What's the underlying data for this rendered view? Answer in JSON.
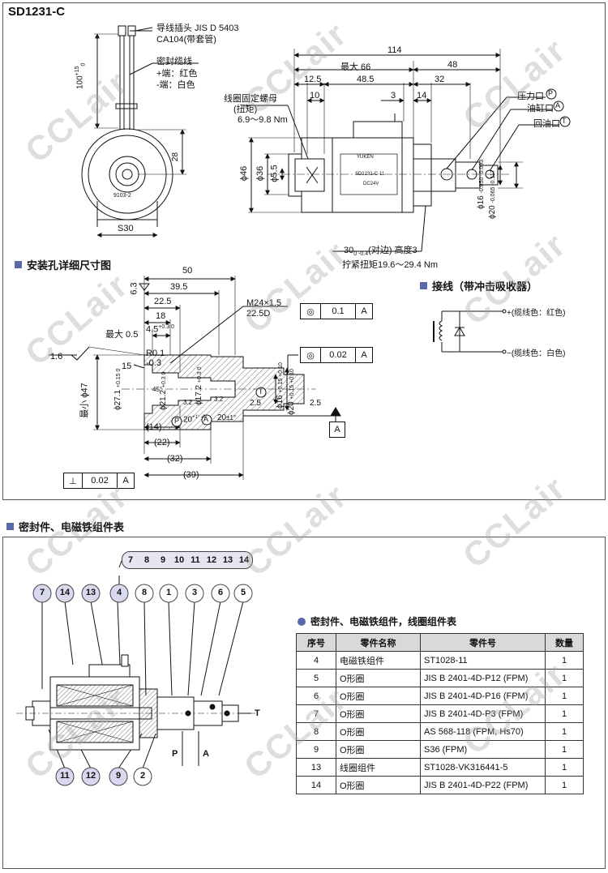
{
  "model": "SD1231-C",
  "top": {
    "connector_label_1": "导线插头 JIS D 5403",
    "connector_label_2": "CA104(带套管)",
    "seal_cable": "密封缆线",
    "plus_red": "+端：红色",
    "minus_white": "-端：白色",
    "dim_100": "100",
    "dim_100_tol": "+15",
    "dim_100_tol2": "0",
    "dim_28": "28",
    "dim_s30": "S30",
    "coil_text": "9103-2",
    "nut_label_1": "线圈固定螺母",
    "nut_label_2": "(扭矩)",
    "nut_torque": "6.9～9.8 Nm",
    "dim_114": "114",
    "dim_max66": "最大 66",
    "dim_48": "48",
    "dim_12_5": "12.5",
    "dim_48_5": "48.5",
    "dim_32": "32",
    "dim_10": "10",
    "dim_3": "3",
    "dim_14": "14",
    "dim_phi46": "ϕ46",
    "dim_phi36": "ϕ36",
    "dim_phi5_5": "ϕ5.5",
    "dim_phi16": "ϕ16",
    "dim_phi16_tol": "-0.050 -0.093",
    "dim_phi20": "ϕ20",
    "dim_phi20_tol": "-0.065 -0.117",
    "label_p": "压力口",
    "label_a": "油缸口",
    "label_t": "回油口",
    "nameplate_1": "YUKEN",
    "nameplate_2": "SD1231-C-11",
    "nameplate_3": "DC24V",
    "hex_1": "30",
    "hex_1_tol": "0 -0.4",
    "hex_2": "(对边) 高度3",
    "hex_3": "拧紧扭矩19.6～29.4 Nm"
  },
  "install": {
    "title": "安装孔详细尺寸图",
    "dim_50": "50",
    "dim_39_5": "39.5",
    "dim_22_5": "22.5",
    "dim_18": "18",
    "dim_4_5": "4.5",
    "dim_4_5_tol": "+0.3 0",
    "dim_max0_5": "最大 0.5",
    "dim_r0_1": "R0.1",
    "dim_r0_1_tol": "-0.3",
    "dim_15": "15",
    "dim_1_6": "1.6",
    "dim_6_3": "6.3",
    "dim_min47": "最小 ϕ47",
    "dim_phi27": "ϕ27.1",
    "dim_phi27_tol": "+0.15 0",
    "dim_phi21": "ϕ21.2",
    "dim_phi21_tol": "+0.3 0",
    "dim_phi17": "ϕ17.2",
    "dim_phi17_tol": "+0.3 0",
    "dim_phi16": "ϕ16",
    "dim_phi16_tol": "+0.15 +0.10",
    "dim_phi20": "ϕ20",
    "dim_phi20_tol": "+0.15 +0.10",
    "dim_45": "45°",
    "dim_3_2a": "3.2",
    "dim_3_2b": "3.2",
    "dim_20a": "20",
    "dim_20a_tol": "+1° -0",
    "dim_20b": "20",
    "dim_20b_tol": "±1°",
    "dim_2_5a": "2.5",
    "dim_2_5b": "2.5",
    "dim_14": "(14)",
    "dim_22": "(22)",
    "dim_32": "(32)",
    "dim_39": "(39)",
    "thread_1": "M24×1.5",
    "thread_2": "22.5D",
    "tol_box1_val": "0.1",
    "tol_box1_ref": "A",
    "tol_box2_val": "0.02",
    "tol_box2_ref": "A",
    "tol_box3_sym": "⊥",
    "tol_box3_val": "0.02",
    "tol_box3_ref": "A",
    "datum": "A",
    "port_p": "P",
    "port_a": "A",
    "port_t": "T"
  },
  "wiring": {
    "title": "接线（带冲击吸收器）",
    "plus": "+(缆线色：红色)",
    "minus": "−(缆线色：白色)"
  },
  "parts_section": {
    "title": "密封件、电磁铁组件表",
    "callouts_top": [
      "7",
      "8",
      "9",
      "10",
      "11",
      "12",
      "13",
      "14"
    ],
    "callouts_row2": [
      "7",
      "14",
      "13",
      "4",
      "8",
      "1",
      "3",
      "6",
      "5"
    ],
    "callouts_bottom": [
      "11",
      "12",
      "9",
      "2"
    ],
    "port_p": "P",
    "port_a": "A",
    "port_t": "T"
  },
  "table": {
    "title": "密封件、电磁铁组件，线圈组件表",
    "headers": [
      "序号",
      "零件名称",
      "零件号",
      "数量"
    ],
    "rows": [
      {
        "no": "4",
        "name": "电磁铁组件",
        "part": "ST1028-11",
        "qty": "1"
      },
      {
        "no": "5",
        "name": "O形圈",
        "part": "JIS B 2401-4D-P12 (FPM)",
        "qty": "1"
      },
      {
        "no": "6",
        "name": "O形圈",
        "part": "JIS B 2401-4D-P16 (FPM)",
        "qty": "1"
      },
      {
        "no": "7",
        "name": "O形圈",
        "part": "JIS B 2401-4D-P3 (FPM)",
        "qty": "1"
      },
      {
        "no": "8",
        "name": "O形圈",
        "part": "AS 568-118 (FPM, Hs70)",
        "qty": "1"
      },
      {
        "no": "9",
        "name": "O形圈",
        "part": "S36 (FPM)",
        "qty": "1"
      },
      {
        "no": "13",
        "name": "线圈组件",
        "part": "ST1028-VK316441-5",
        "qty": "1"
      },
      {
        "no": "14",
        "name": "O形圈",
        "part": "JIS B 2401-4D-P22 (FPM)",
        "qty": "1"
      }
    ]
  },
  "watermark": "CCLair",
  "colors": {
    "accent": "#5a6aa8",
    "callout_fill": "#d8d8ee",
    "watermark": "#b4b4b4"
  }
}
